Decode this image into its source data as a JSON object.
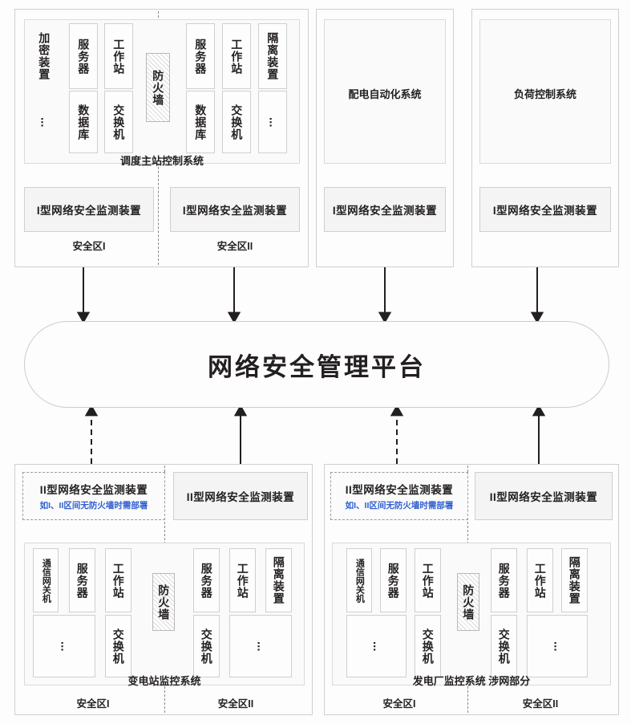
{
  "platform": {
    "title": "网络安全管理平台"
  },
  "colors": {
    "note_blue": "#2f5fd0",
    "box_fill": "#f4f4f4",
    "border": "#cfcfcf",
    "text": "#231f20"
  },
  "labels": {
    "zone1": "安全区I",
    "zone2": "安全区II",
    "firewall": "防火墙",
    "type1_monitor": "I型网络安全监测装置",
    "type2_monitor": "II型网络安全监测装置",
    "type2_note": "如I、II区间无防火墙时需部署"
  },
  "panels": {
    "dispatch": {
      "caption": "调度主站控制系统",
      "zone1": {
        "label": "安全区I",
        "devices": [
          {
            "name": "加密装置",
            "boxed": false
          },
          {
            "name": "服务器",
            "boxed": true
          },
          {
            "name": "工作站",
            "boxed": true
          },
          {
            "name": "数据库",
            "boxed": true
          },
          {
            "name": "交换机",
            "boxed": true
          }
        ],
        "dots": "...",
        "monitor": "I型网络安全监测装置"
      },
      "zone2": {
        "label": "安全区II",
        "devices": [
          {
            "name": "服务器",
            "boxed": true
          },
          {
            "name": "工作站",
            "boxed": true
          },
          {
            "name": "隔离装置",
            "boxed": true
          },
          {
            "name": "数据库",
            "boxed": true
          },
          {
            "name": "交换机",
            "boxed": true
          }
        ],
        "dots": "...",
        "monitor": "I型网络安全监测装置"
      }
    },
    "distribution": {
      "title": "配电自动化系统",
      "monitor": "I型网络安全监测装置"
    },
    "load": {
      "title": "负荷控制系统",
      "monitor": "I型网络安全监测装置"
    },
    "substation": {
      "caption": "变电站监控系统",
      "zone1": {
        "label": "安全区I",
        "monitor": "II型网络安全监测装置",
        "note": "如I、II区间无防火墙时需部署",
        "devices": [
          {
            "name": "通信网关机",
            "boxed": true
          },
          {
            "name": "服务器",
            "boxed": true
          },
          {
            "name": "工作站",
            "boxed": true
          },
          {
            "name": "交换机",
            "boxed": true
          }
        ],
        "dots": "..."
      },
      "zone2": {
        "label": "安全区II",
        "monitor": "II型网络安全监测装置",
        "devices": [
          {
            "name": "服务器",
            "boxed": true
          },
          {
            "name": "工作站",
            "boxed": true
          },
          {
            "name": "隔离装置",
            "boxed": true
          },
          {
            "name": "交换机",
            "boxed": true
          }
        ],
        "dots": "..."
      }
    },
    "powerplant": {
      "caption": "发电厂监控系统  涉网部分",
      "zone1": {
        "label": "安全区I",
        "monitor": "II型网络安全监测装置",
        "note": "如I、II区间无防火墙时需部署",
        "devices": [
          {
            "name": "通信网关机",
            "boxed": true
          },
          {
            "name": "服务器",
            "boxed": true
          },
          {
            "name": "工作站",
            "boxed": true
          },
          {
            "name": "交换机",
            "boxed": true
          }
        ],
        "dots": "..."
      },
      "zone2": {
        "label": "安全区II",
        "monitor": "II型网络安全监测装置",
        "devices": [
          {
            "name": "服务器",
            "boxed": true
          },
          {
            "name": "工作站",
            "boxed": true
          },
          {
            "name": "隔离装置",
            "boxed": true
          },
          {
            "name": "交换机",
            "boxed": true
          }
        ],
        "dots": "..."
      }
    }
  }
}
